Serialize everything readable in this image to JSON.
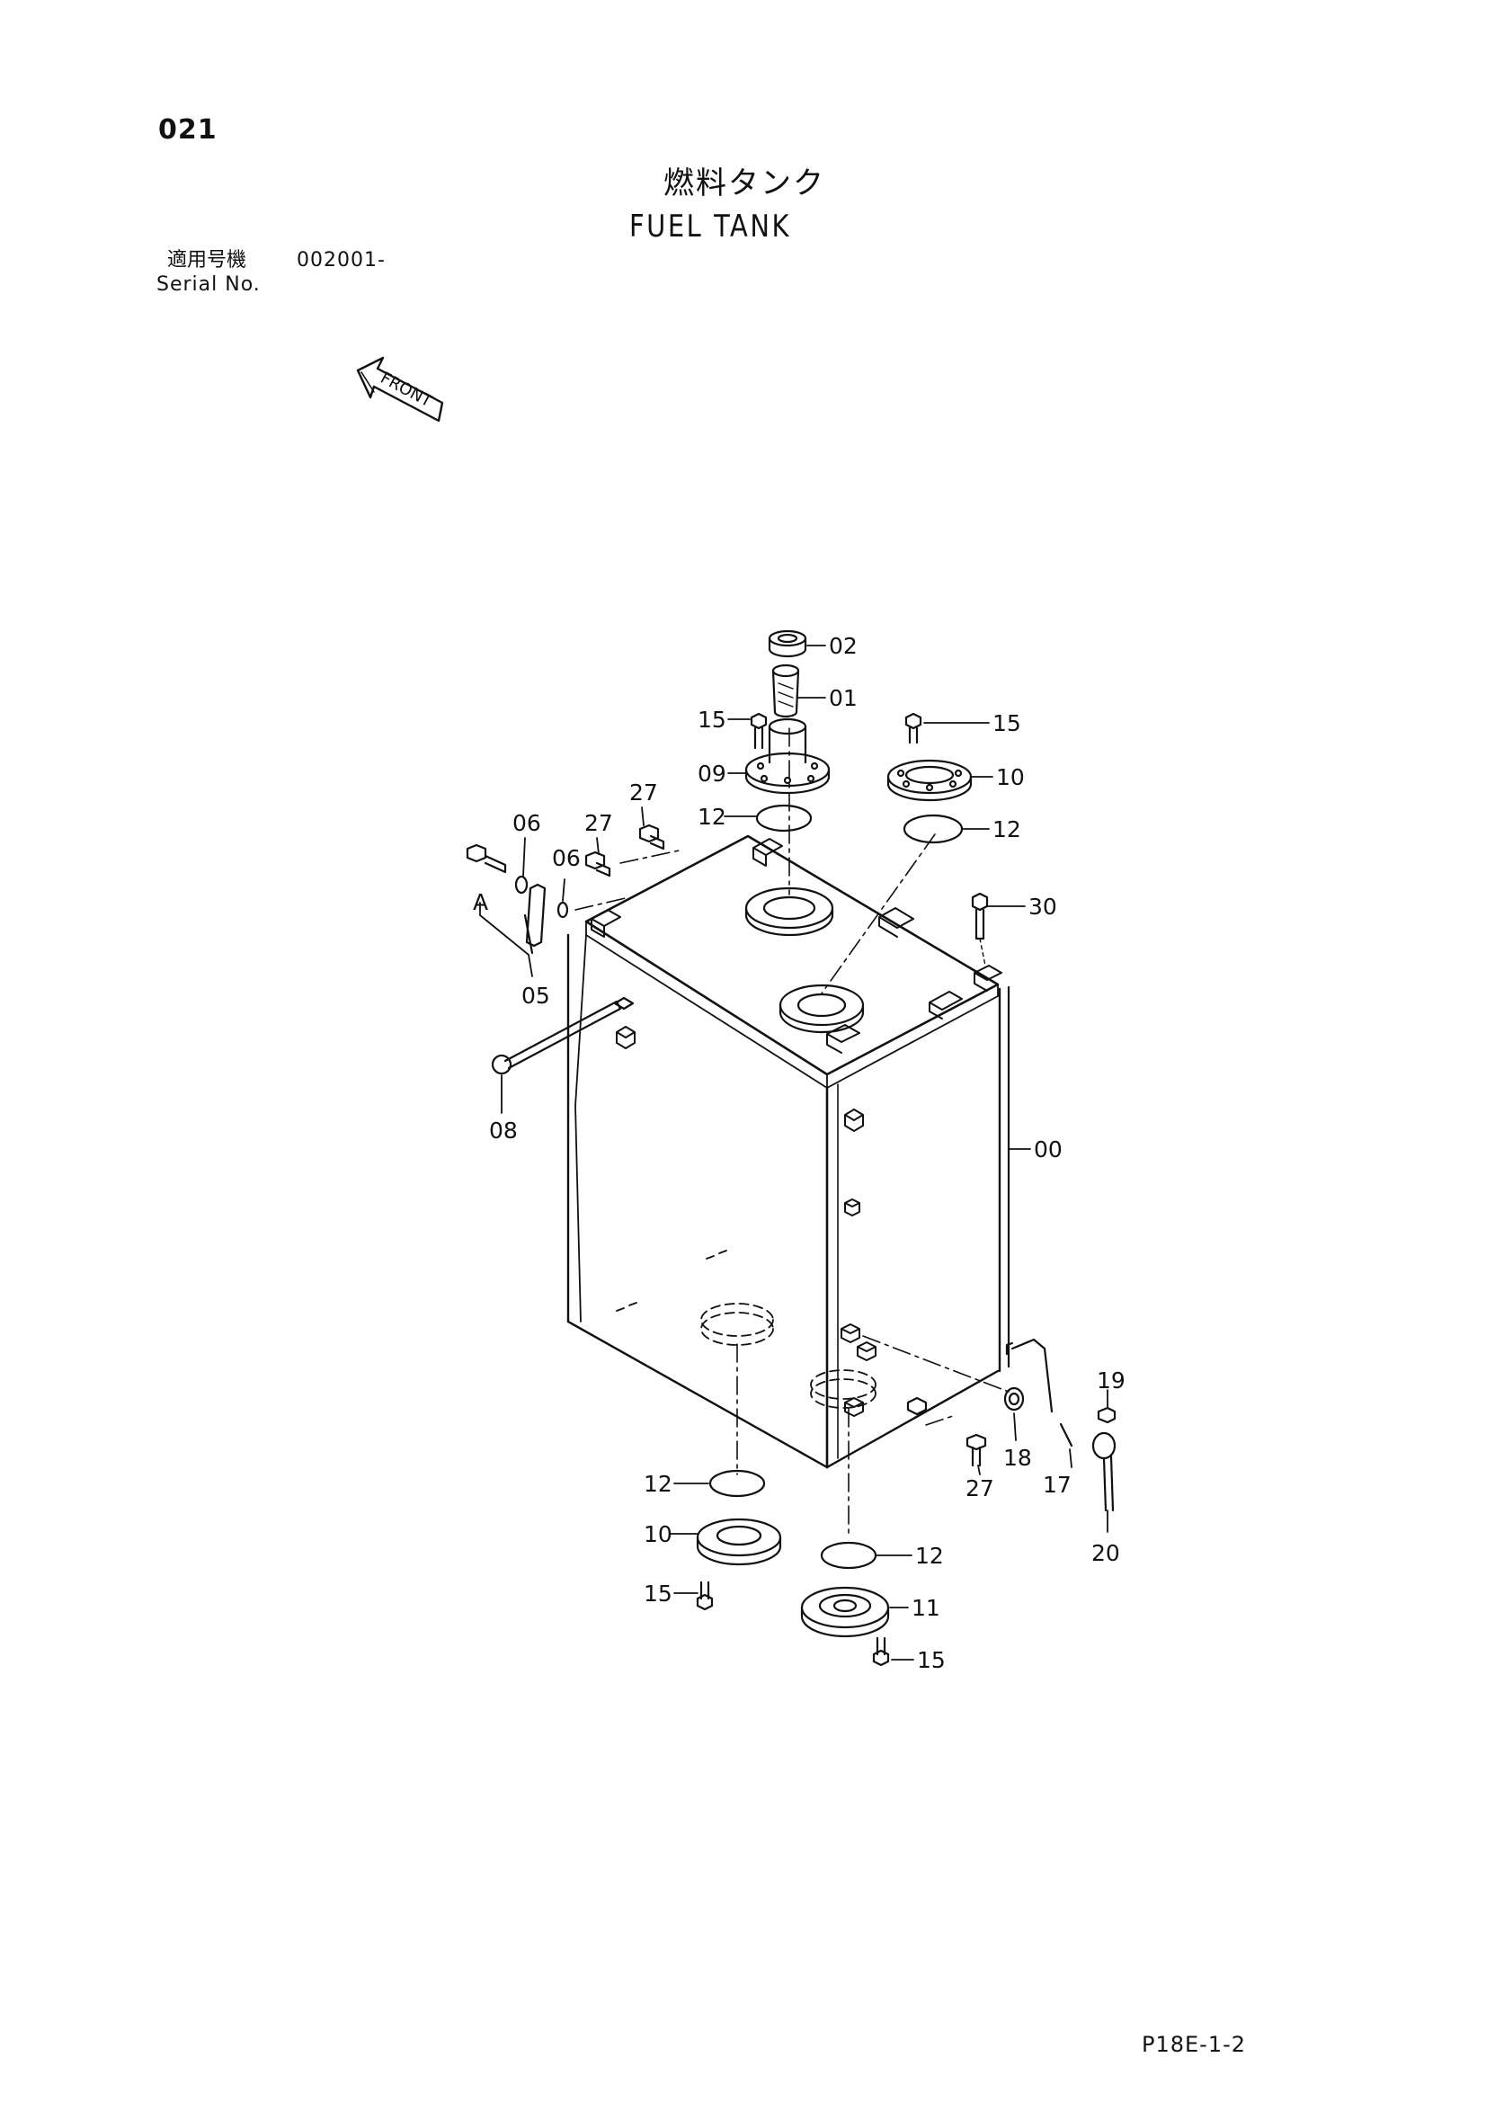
{
  "header": {
    "page_number": "021",
    "title_ja": "燃料タンク",
    "title_en": "FUEL TANK",
    "serial_label_ja": "適用号機",
    "serial_value": "002001-",
    "serial_label_en": "Serial No."
  },
  "front_arrow": {
    "label": "FRONT"
  },
  "callouts": {
    "c00": "00",
    "c01": "01",
    "c02": "02",
    "c05": "05",
    "c06a": "06",
    "c06b": "06",
    "c08": "08",
    "c09": "09",
    "c10a": "10",
    "c10b": "10",
    "c11": "11",
    "c12a": "12",
    "c12b": "12",
    "c12c": "12",
    "c12d": "12",
    "c15a": "15",
    "c15b": "15",
    "c15c": "15",
    "c15d": "15",
    "c17": "17",
    "c18": "18",
    "c19": "19",
    "c20": "20",
    "c27a": "27",
    "c27b": "27",
    "c27c": "27",
    "c30": "30",
    "cA": "A"
  },
  "footer": {
    "doc_code": "P18E-1-2"
  }
}
